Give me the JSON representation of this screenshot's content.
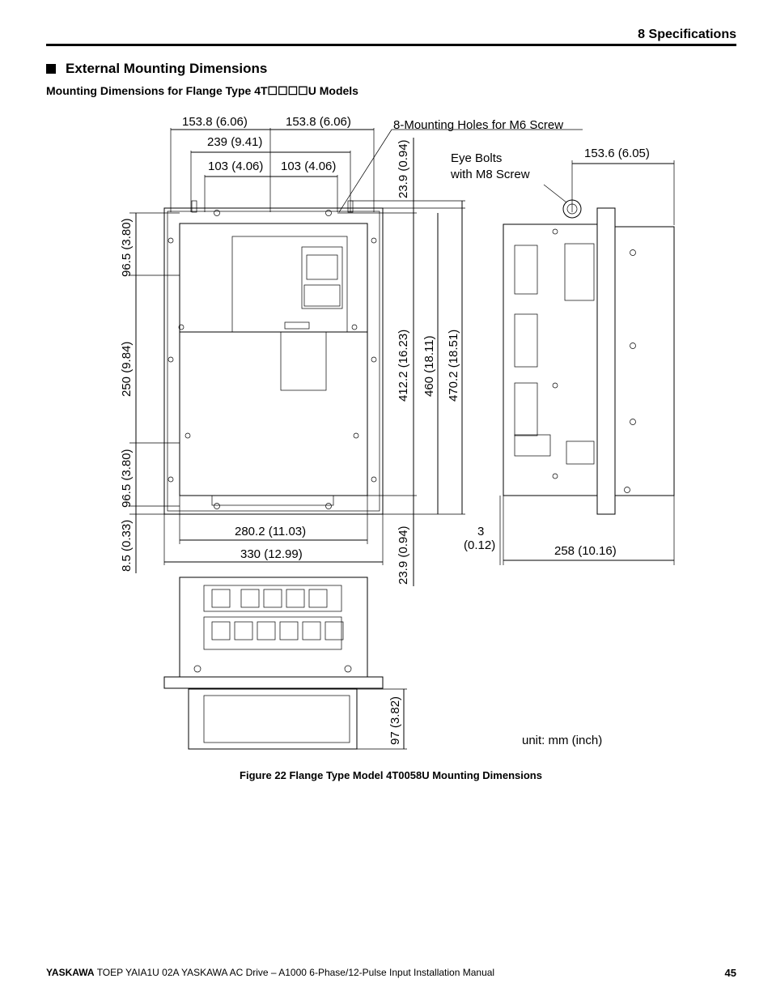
{
  "header": {
    "section": "8  Specifications"
  },
  "section_title": "External Mounting Dimensions",
  "subsection_title": "Mounting Dimensions for Flange Type 4T☐☐☐☐U Models",
  "dimensions": {
    "top_left_half": "153.8 (6.06)",
    "top_right_half": "153.8 (6.06)",
    "hole_span_239": "239 (9.41)",
    "hole_left_103": "103 (4.06)",
    "hole_right_103": "103 (4.06)",
    "mounting_holes_note": "8-Mounting Holes for M6 Screw",
    "eye_bolts_line1": "Eye Bolts",
    "eye_bolts_line2": "with M8 Screw",
    "side_depth_top": "153.6 (6.05)",
    "top_offset_vertical": "23.9 (0.94)",
    "left_965_top": "96.5 (3.80)",
    "left_250": "250 (9.84)",
    "left_965_bottom": "96.5 (3.80)",
    "left_85": "8.5 (0.33)",
    "height_4122": "412.2 (16.23)",
    "height_460": "460 (18.11)",
    "height_4702": "470.2 (18.51)",
    "bottom_offset_vertical": "23.9 (0.94)",
    "width_2802": "280.2 (11.03)",
    "width_330": "330 (12.99)",
    "flange_thickness_1": "3",
    "flange_thickness_2": "(0.12)",
    "side_depth_258": "258 (10.16)",
    "fan_height_97": "97 (3.82)",
    "unit_note": "unit: mm (inch)"
  },
  "caption": "Figure 22  Flange Type Model 4T0058U Mounting Dimensions",
  "footer": {
    "brand": "YASKAWA",
    "text": " TOEP YAIA1U 02A YASKAWA AC Drive – A1000 6-Phase/12-Pulse Input Installation Manual",
    "page": "45"
  }
}
